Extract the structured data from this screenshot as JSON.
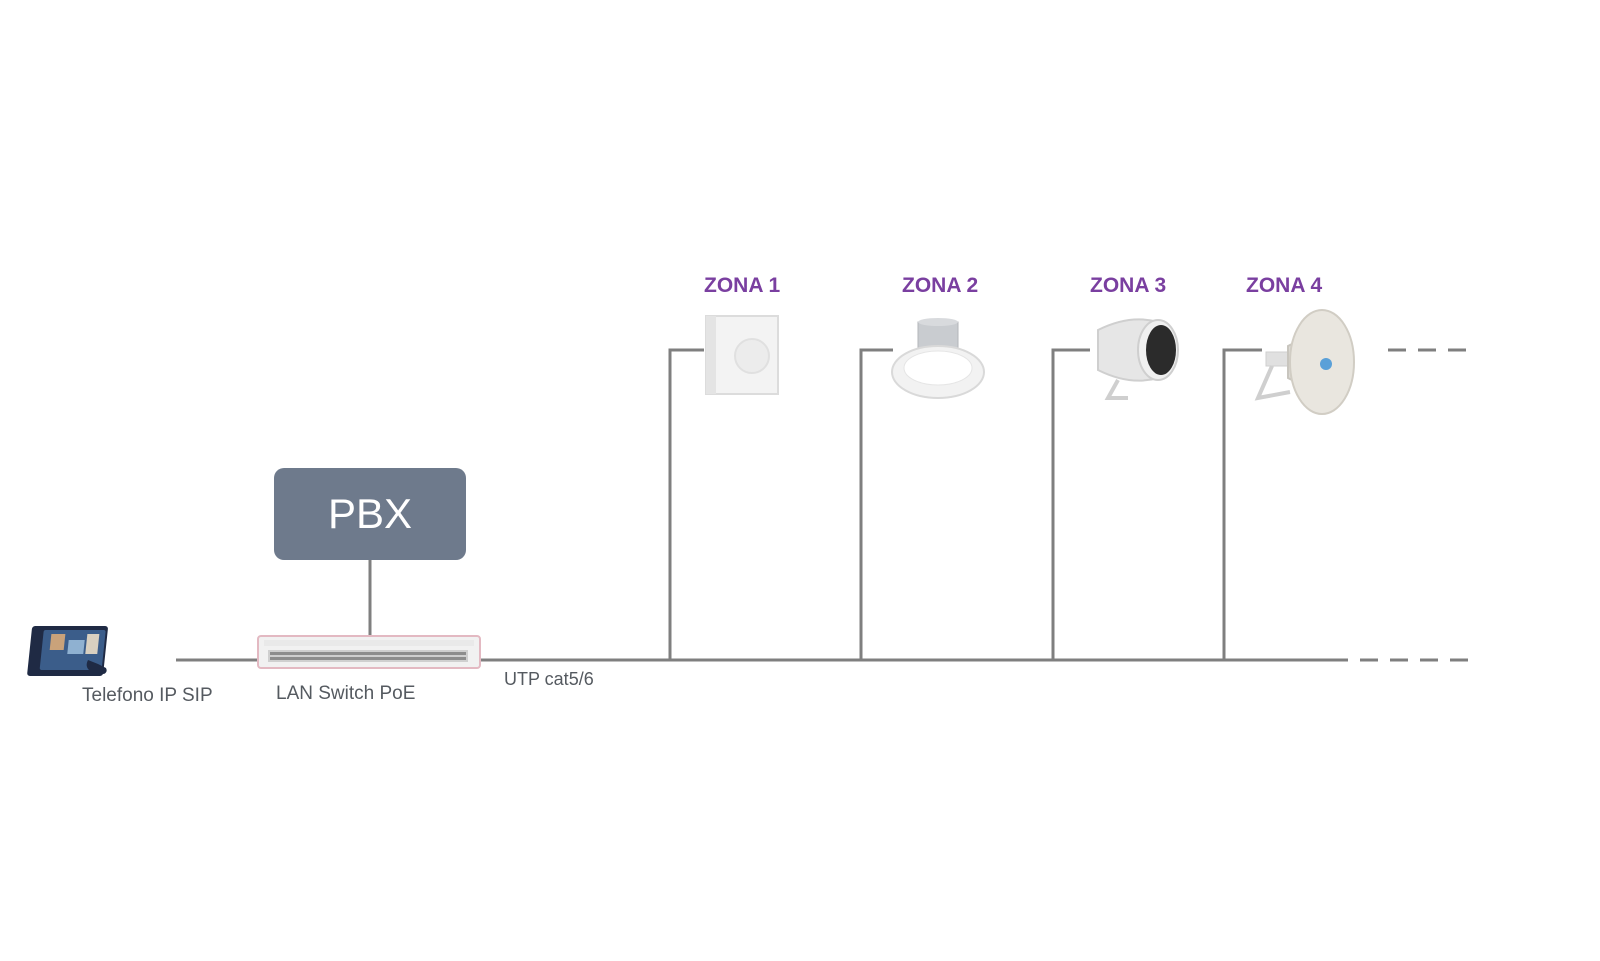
{
  "pbx": {
    "label": "PBX"
  },
  "phone": {
    "caption": "Telefono IP SIP",
    "icon": "ip-phone-icon"
  },
  "switch": {
    "caption": "LAN Switch PoE",
    "icon": "network-switch-icon"
  },
  "cable": {
    "label": "UTP cat5/6"
  },
  "zones": [
    {
      "title": "ZONA 1",
      "device_icon": "wall-box-speaker-icon"
    },
    {
      "title": "ZONA 2",
      "device_icon": "ceiling-speaker-icon"
    },
    {
      "title": "ZONA 3",
      "device_icon": "projector-speaker-icon"
    },
    {
      "title": "ZONA 4",
      "device_icon": "horn-speaker-icon"
    }
  ],
  "colors": {
    "line": "#7f7f7f",
    "zone_title": "#7a3fa0",
    "pbx_fill": "#6e7a8c",
    "caption": "#555a60"
  }
}
